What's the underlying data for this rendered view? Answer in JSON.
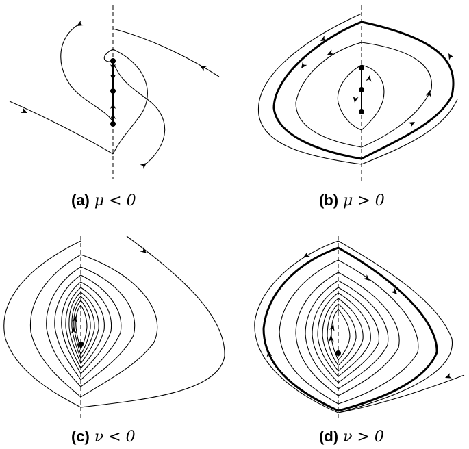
{
  "panels": [
    {
      "id": "a",
      "label": "(a)",
      "expr": "μ < 0"
    },
    {
      "id": "b",
      "label": "(b)",
      "expr": "μ > 0"
    },
    {
      "id": "c",
      "label": "(c)",
      "expr": "ν < 0"
    },
    {
      "id": "d",
      "label": "(d)",
      "expr": "ν > 0"
    }
  ]
}
